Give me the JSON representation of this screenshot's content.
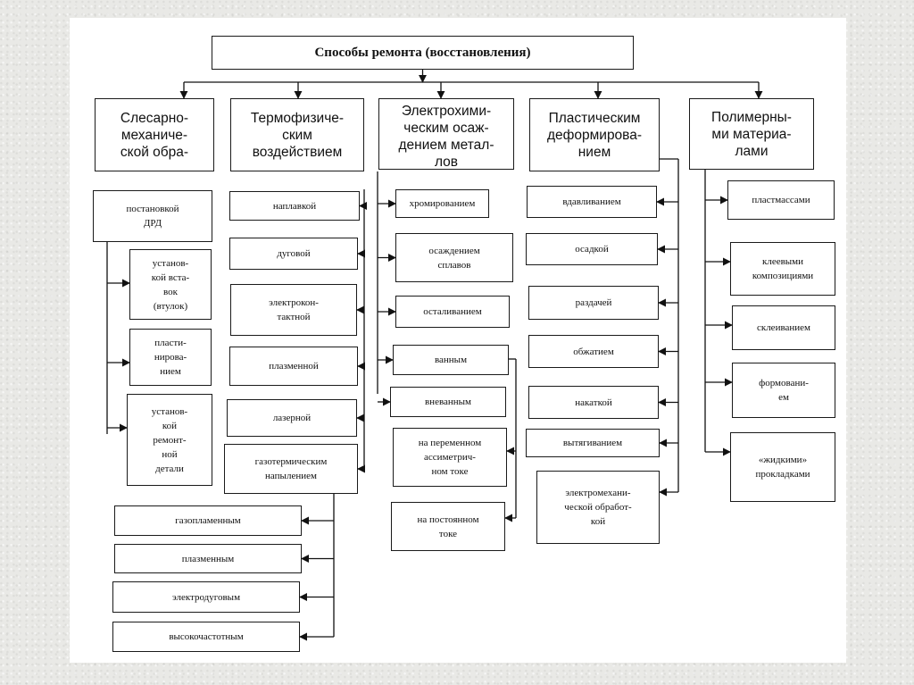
{
  "title": "Способы ремонта (восстановления)",
  "categories": [
    "Слесарно-\nмеханиче-\nской обра-",
    "Термофизиче-\nским\nвоздействием",
    "Электрохими-\nческим осаж-\nдением метал-\nлов",
    "Пластическим\nдеформирова-\nнием",
    "Полимерны-\nми материа-\nлами"
  ],
  "col1": {
    "main": "постановкой\nДРД",
    "items": [
      "установ-\nкой вста-\nвок\n(втулок)",
      "пласти-\nнирова-\nнием",
      "установ-\nкой\nремонт-\nной\nдетали"
    ]
  },
  "col2": {
    "items": [
      "наплавкой",
      "дуговой",
      "электрокон-\nтактной",
      "плазменной",
      "лазерной",
      "газотермическим\nнапылением"
    ],
    "sub": [
      "газопламенным",
      "плазменным",
      "электродуговым",
      "высокочастотным"
    ]
  },
  "col3": {
    "items": [
      "хромированием",
      "осаждением\nсплавов",
      "осталиванием",
      "ванным",
      "вневанным"
    ],
    "sub": [
      "на переменном\nассиметрич-\nном токе",
      "на постоянном\nтоке"
    ]
  },
  "col4": {
    "items": [
      "вдавливанием",
      "осадкой",
      "раздачей",
      "обжатием",
      "накаткой",
      "вытягиванием",
      "электромехани-\nческой обработ-\nкой"
    ]
  },
  "col5": {
    "items": [
      "пластмассами",
      "клеевыми\nкомпозициями",
      "склеиванием",
      "формовани-\nем",
      "«жидкими»\nпрокладками"
    ]
  }
}
